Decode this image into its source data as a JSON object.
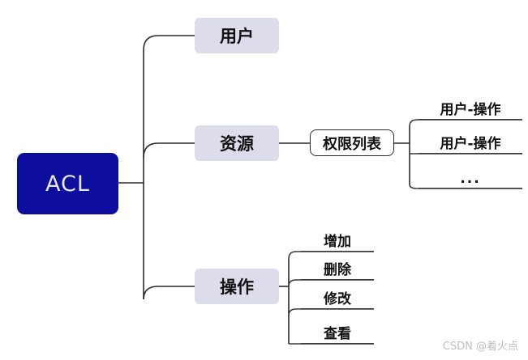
{
  "diagram": {
    "title": "ACL",
    "root": {
      "label": "ACL"
    },
    "branches": [
      {
        "label": "用户"
      },
      {
        "label": "资源"
      },
      {
        "label": "操作"
      }
    ],
    "resource_child": {
      "label": "权限列表"
    },
    "permission_entries": [
      {
        "label": "用户-操作"
      },
      {
        "label": "用户-操作"
      },
      {
        "label": "..."
      }
    ],
    "action_entries": [
      {
        "label": "增加"
      },
      {
        "label": "删除"
      },
      {
        "label": "修改"
      },
      {
        "label": "查看"
      }
    ]
  },
  "colors": {
    "root_fill": "#0D0D9E",
    "root_text": "#E8E8F4",
    "branch_fill": "#DCDCEB",
    "branch_text": "#111111",
    "box_border": "#2A2A2A",
    "wire": "#2A2A2A",
    "leaf_rule": "#3A3A3A",
    "watermark": "#BEBEBE",
    "background": "#FFFFFF"
  },
  "watermark": {
    "text": "CSDN @着火点"
  }
}
